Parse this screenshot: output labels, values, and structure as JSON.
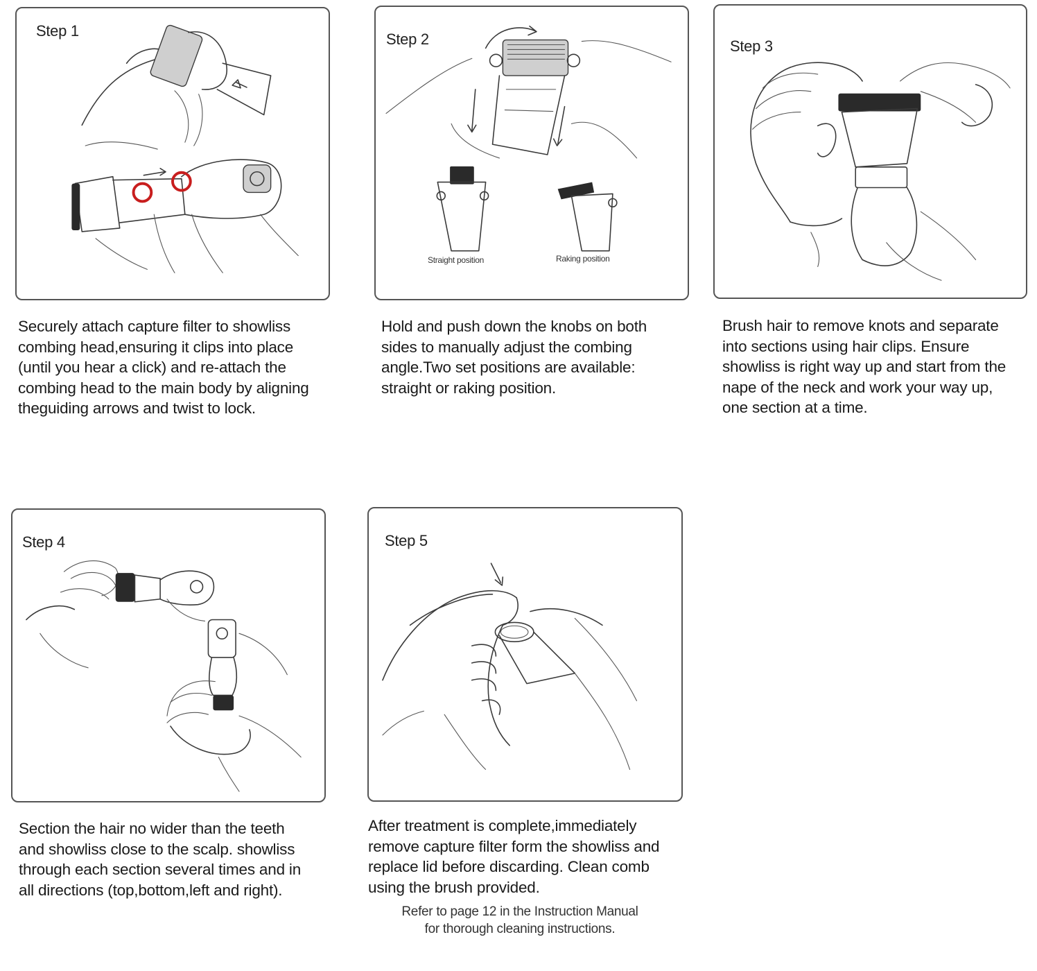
{
  "steps": [
    {
      "label": "Step 1",
      "caption": [
        "Securely attach capture filter to showliss",
        "combing head,ensuring it clips into place",
        "(until you hear a click) and re-attach the",
        "combing head to the main body by aligning",
        "theguiding arrows and twist to lock."
      ]
    },
    {
      "label": "Step 2",
      "caption": [
        "Hold and push down the knobs on both",
        "sides to manually adjust the combing",
        "angle.Two set positions are available:",
        "straight or raking position."
      ],
      "positions": [
        "Straight position",
        "Raking position"
      ]
    },
    {
      "label": "Step 3",
      "caption": [
        "Brush hair to remove knots and separate",
        "into sections using hair clips. Ensure",
        "showliss is right way up and start from the",
        "nape of  the neck and work your way up,",
        "one section at a time."
      ]
    },
    {
      "label": "Step 4",
      "caption": [
        "Section the hair no wider than the teeth",
        "and showliss close to the scalp. showliss",
        "through each section several times and in",
        "all directions (top,bottom,left and right)."
      ]
    },
    {
      "label": "Step 5",
      "caption": [
        "After treatment is complete,immediately",
        "remove capture filter form the showliss and",
        "replace lid before discarding. Clean comb",
        "using the brush provided."
      ],
      "note": [
        "Refer to page 12 in the Instruction Manual",
        "for thorough cleaning instructions."
      ]
    }
  ],
  "colors": {
    "highlight_circle": "#c81e1e",
    "panel_border": "#555555"
  }
}
